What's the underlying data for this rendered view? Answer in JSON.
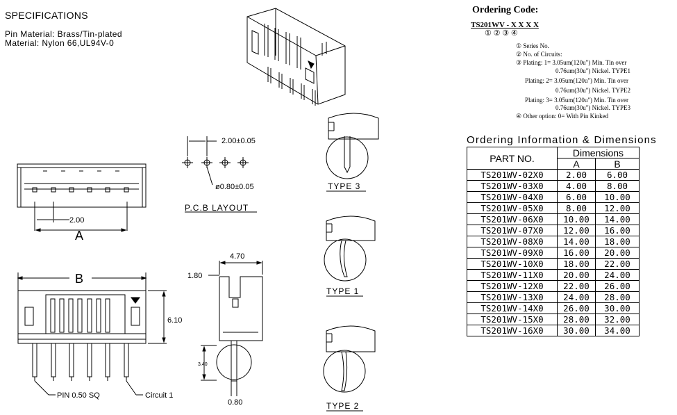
{
  "specs": {
    "title": "SPECIFICATIONS",
    "pin_material": "Pin Material: Brass/Tin-plated",
    "material": "Material: Nylon 66,UL94V-0"
  },
  "ordering": {
    "title": "Ordering Code:",
    "code": "TS201WV - X X  X  X",
    "circles": "①          ②  ③  ④",
    "notes": [
      "① Series No.",
      "② No. of Circuits:",
      "③ Plating: 1= 3.05um(120u\") Min. Tin over",
      "0.76um(30u\") Nickel. TYPE1",
      "Plating: 2= 3.05um(120u\") Min. Tin over",
      "0.76um(30u\") Nickel. TYPE2",
      "Plating: 3= 3.05um(120u\") Min. Tin over",
      "0.76um(30u\") Nickel. TYPE3",
      "④ Other option: 0= With Pin Kinked"
    ]
  },
  "table": {
    "title": "Ordering Information & Dimensions",
    "col_part": "PART NO.",
    "col_dims": "Dimensions",
    "col_a": "A",
    "col_b": "B",
    "rows": [
      [
        "TS201WV-02X0",
        "2.00",
        "6.00"
      ],
      [
        "TS201WV-03X0",
        "4.00",
        "8.00"
      ],
      [
        "TS201WV-04X0",
        "6.00",
        "10.00"
      ],
      [
        "TS201WV-05X0",
        "8.00",
        "12.00"
      ],
      [
        "TS201WV-06X0",
        "10.00",
        "14.00"
      ],
      [
        "TS201WV-07X0",
        "12.00",
        "16.00"
      ],
      [
        "TS201WV-08X0",
        "14.00",
        "18.00"
      ],
      [
        "TS201WV-09X0",
        "16.00",
        "20.00"
      ],
      [
        "TS201WV-10X0",
        "18.00",
        "22.00"
      ],
      [
        "TS201WV-11X0",
        "20.00",
        "24.00"
      ],
      [
        "TS201WV-12X0",
        "22.00",
        "26.00"
      ],
      [
        "TS201WV-13X0",
        "24.00",
        "28.00"
      ],
      [
        "TS201WV-14X0",
        "26.00",
        "30.00"
      ],
      [
        "TS201WV-15X0",
        "28.00",
        "32.00"
      ],
      [
        "TS201WV-16X0",
        "30.00",
        "34.00"
      ]
    ]
  },
  "labels": {
    "pitch": "2.00±0.05",
    "hole": "ø0.80±0.05",
    "pcb": "P.C.B LAYOUT",
    "top_pitch": "2.00",
    "dim_a": "A",
    "dim_b": "B",
    "height": "6.10",
    "pin": "PIN 0.50 SQ",
    "circuit": "Circuit 1",
    "depth": "4.70",
    "wall": "1.80",
    "pin_h": "3.40",
    "pin_w": "0.80",
    "type3": "TYPE 3",
    "type1": "TYPE 1",
    "type2": "TYPE 2"
  }
}
